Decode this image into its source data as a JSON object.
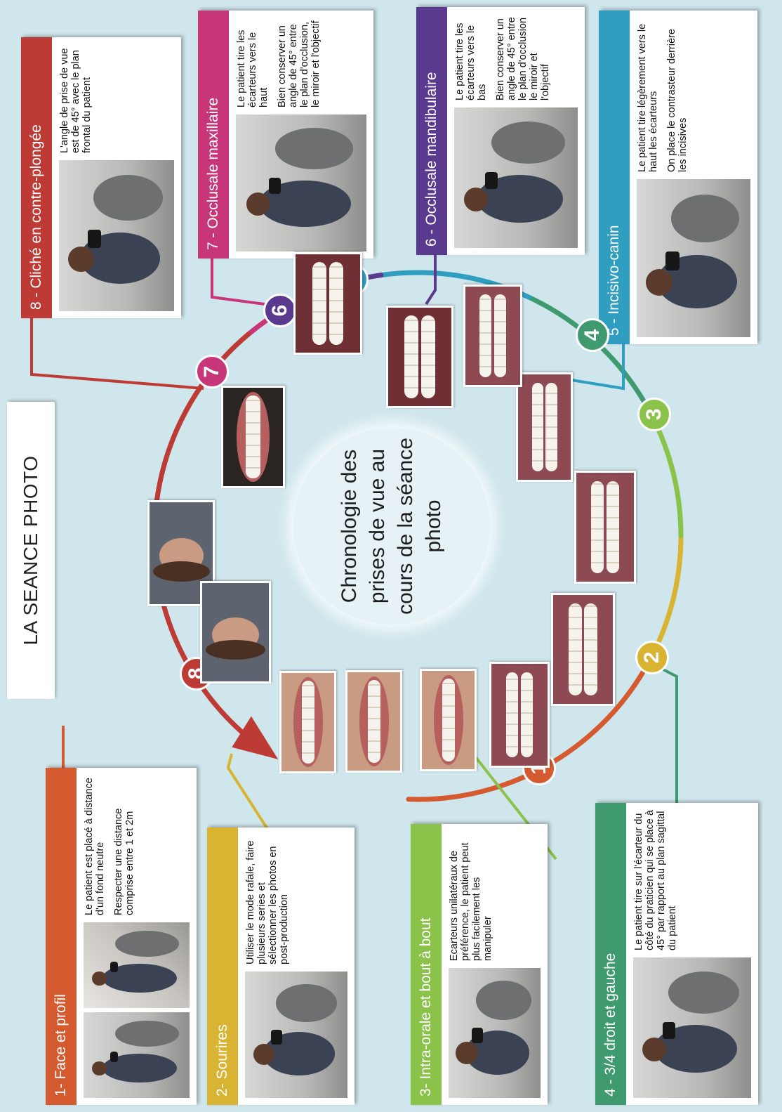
{
  "title": "LA SEANCE PHOTO",
  "center_text": "Chronologie des prises de vue au cours de la séance photo",
  "colors": {
    "background": "#cfe6ec",
    "step1": "#d55a2f",
    "step2": "#d8b432",
    "step3": "#8ac24a",
    "step4": "#3f9a6f",
    "step5": "#2f9ec1",
    "step6": "#5a3a8f",
    "step7": "#c63679",
    "step8": "#bd3a35"
  },
  "steps": [
    {
      "number": "1",
      "title": "1- Face et profil",
      "paragraphs": [
        "Le patient est placé à distance d'un fond neutre",
        "Respecter une distance comprise entre 1 et 2m"
      ]
    },
    {
      "number": "2",
      "title": "2- Sourires",
      "paragraphs": [
        "Utiliser le mode rafale, faire plusieurs series et sélectionner les photos en post-production"
      ]
    },
    {
      "number": "3",
      "title": "3- Intra-orale et bout à bout",
      "paragraphs": [
        "Ecarteurs unilatéraux de préférence, le patient peut plus facilement les manipuler"
      ]
    },
    {
      "number": "4",
      "title": "4 - 3/4 droit et gauche",
      "paragraphs": [
        "Le patient tire sur l'écarteur du côté du praticien qui se place à 45° par rapport au plan sagittal du patient"
      ]
    },
    {
      "number": "5",
      "title": "5 - Incisivo-canin",
      "paragraphs": [
        "Le patient tire légèrement vers le haut les écarteurs",
        "On place le contrasteur derrière les incisives"
      ]
    },
    {
      "number": "6",
      "title": "6 - Occlusale mandibulaire",
      "paragraphs": [
        "Le patient tire les écarteurs vers le bas",
        "Bien conserver un angle de 45° entre le plan d'occlusion le miroir et l'objectif"
      ]
    },
    {
      "number": "7",
      "title": "7 - Occlusale maxillaire",
      "paragraphs": [
        "Le patient tire les écarteurs vers le haut",
        "Bien conserver un angle de 45° entre le plan d'occlusion, le miroir et l'objectif"
      ]
    },
    {
      "number": "8",
      "title": "8 - Cliché en contre-plongée",
      "paragraphs": [
        "L'angle de prise de vue est de 45° avec le plan frontal du patient"
      ]
    }
  ]
}
